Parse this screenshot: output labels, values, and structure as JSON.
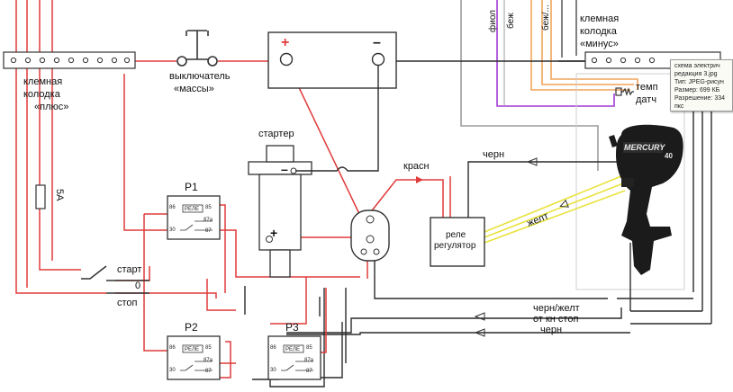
{
  "diagram": {
    "plus_block_label": [
      "клемная",
      "колодка",
      "«плюс»"
    ],
    "minus_block_label": [
      "клемная",
      "колодка",
      "«минус»"
    ],
    "mass_switch_label": [
      "выключатель",
      "«массы»"
    ],
    "battery_plus": "+",
    "battery_minus": "–",
    "starter_label": "стартер",
    "starter_minus": "–",
    "starter_plus": "+",
    "fuse_label": "5А",
    "switch_start": "старт",
    "switch_zero": "0",
    "switch_stop": "стоп",
    "relay_p1": "Р1",
    "relay_p2": "Р2",
    "relay_p3": "Р3",
    "relay_inner": "РЕЛЕ",
    "pin_labels": [
      "86",
      "85",
      "30",
      "87а",
      "87"
    ],
    "wire_red_label": "красн",
    "wire_black_label": "черн",
    "wire_yellow_label": "желт",
    "regulator_label": [
      "реле",
      "регулятор"
    ],
    "temp_sensor_label": [
      "темп",
      "датч"
    ],
    "wire_top_labels": [
      "фиол",
      "беж",
      "беж/..."
    ],
    "bottom_labels": [
      "черн/желт",
      "от кн стоп",
      "черн"
    ],
    "motor_brand": "MERCURY",
    "motor_power": "40"
  },
  "tooltip": {
    "lines": [
      "схема электрич",
      "редакция 3.jpg",
      "Тип: JPEG-рисун",
      "Размер: 699 КБ",
      "Разрешение: 334",
      "пкс"
    ]
  },
  "colors": {
    "red": "#e03a3a",
    "black": "#2a2a2a",
    "yellow": "#e8e23a",
    "purple": "#a23ad6",
    "orange": "#f0a45a",
    "grey": "#9c9c9c"
  }
}
